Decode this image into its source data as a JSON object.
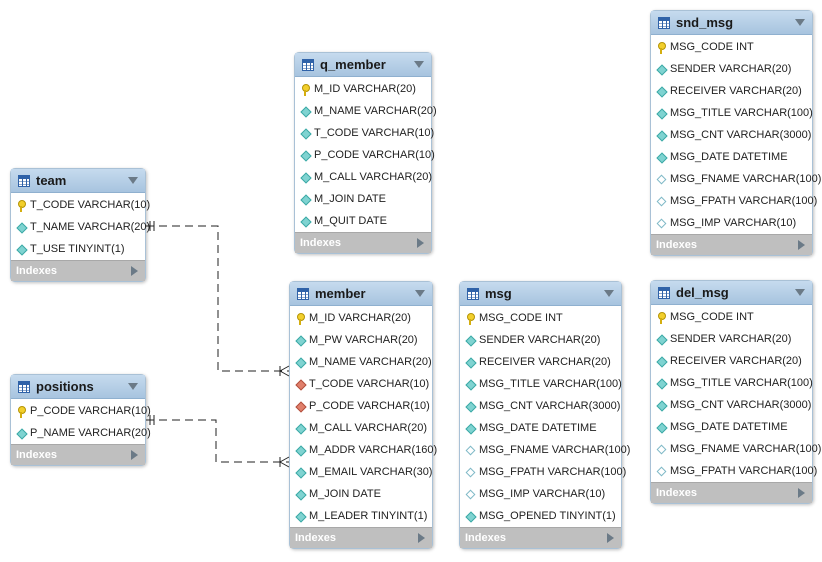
{
  "tables": [
    {
      "id": "team",
      "name": "team",
      "footer": "Indexes",
      "fields": [
        {
          "icon": "key",
          "text": "T_CODE VARCHAR(10)"
        },
        {
          "icon": "diamond",
          "text": "T_NAME VARCHAR(20)"
        },
        {
          "icon": "diamond",
          "text": "T_USE TINYINT(1)"
        }
      ]
    },
    {
      "id": "positions",
      "name": "positions",
      "footer": "Indexes",
      "fields": [
        {
          "icon": "key",
          "text": "P_CODE VARCHAR(10)"
        },
        {
          "icon": "diamond",
          "text": "P_NAME VARCHAR(20)"
        }
      ]
    },
    {
      "id": "q_member",
      "name": "q_member",
      "footer": "Indexes",
      "fields": [
        {
          "icon": "key",
          "text": "M_ID VARCHAR(20)"
        },
        {
          "icon": "diamond",
          "text": "M_NAME VARCHAR(20)"
        },
        {
          "icon": "diamond",
          "text": "T_CODE VARCHAR(10)"
        },
        {
          "icon": "diamond",
          "text": "P_CODE VARCHAR(10)"
        },
        {
          "icon": "diamond",
          "text": "M_CALL VARCHAR(20)"
        },
        {
          "icon": "diamond",
          "text": "M_JOIN DATE"
        },
        {
          "icon": "diamond",
          "text": "M_QUIT DATE"
        }
      ]
    },
    {
      "id": "member",
      "name": "member",
      "footer": "Indexes",
      "fields": [
        {
          "icon": "key",
          "text": "M_ID VARCHAR(20)"
        },
        {
          "icon": "diamond",
          "text": "M_PW VARCHAR(20)"
        },
        {
          "icon": "diamond",
          "text": "M_NAME VARCHAR(20)"
        },
        {
          "icon": "fk",
          "text": "T_CODE VARCHAR(10)"
        },
        {
          "icon": "fk",
          "text": "P_CODE VARCHAR(10)"
        },
        {
          "icon": "diamond",
          "text": "M_CALL VARCHAR(20)"
        },
        {
          "icon": "diamond",
          "text": "M_ADDR VARCHAR(160)"
        },
        {
          "icon": "diamond",
          "text": "M_EMAIL VARCHAR(30)"
        },
        {
          "icon": "diamond",
          "text": "M_JOIN DATE"
        },
        {
          "icon": "diamond",
          "text": "M_LEADER TINYINT(1)"
        }
      ]
    },
    {
      "id": "msg",
      "name": "msg",
      "footer": "Indexes",
      "fields": [
        {
          "icon": "key",
          "text": "MSG_CODE INT"
        },
        {
          "icon": "diamond",
          "text": "SENDER VARCHAR(20)"
        },
        {
          "icon": "diamond",
          "text": "RECEIVER VARCHAR(20)"
        },
        {
          "icon": "diamond",
          "text": "MSG_TITLE VARCHAR(100)"
        },
        {
          "icon": "diamond",
          "text": "MSG_CNT VARCHAR(3000)"
        },
        {
          "icon": "diamond",
          "text": "MSG_DATE DATETIME"
        },
        {
          "icon": "hollow",
          "text": "MSG_FNAME VARCHAR(100)"
        },
        {
          "icon": "hollow",
          "text": "MSG_FPATH VARCHAR(100)"
        },
        {
          "icon": "hollow",
          "text": "MSG_IMP VARCHAR(10)"
        },
        {
          "icon": "diamond",
          "text": "MSG_OPENED TINYINT(1)"
        }
      ]
    },
    {
      "id": "snd_msg",
      "name": "snd_msg",
      "footer": "Indexes",
      "fields": [
        {
          "icon": "key",
          "text": "MSG_CODE INT"
        },
        {
          "icon": "diamond",
          "text": "SENDER VARCHAR(20)"
        },
        {
          "icon": "diamond",
          "text": "RECEIVER VARCHAR(20)"
        },
        {
          "icon": "diamond",
          "text": "MSG_TITLE VARCHAR(100)"
        },
        {
          "icon": "diamond",
          "text": "MSG_CNT VARCHAR(3000)"
        },
        {
          "icon": "diamond",
          "text": "MSG_DATE DATETIME"
        },
        {
          "icon": "hollow",
          "text": "MSG_FNAME VARCHAR(100)"
        },
        {
          "icon": "hollow",
          "text": "MSG_FPATH VARCHAR(100)"
        },
        {
          "icon": "hollow",
          "text": "MSG_IMP VARCHAR(10)"
        }
      ]
    },
    {
      "id": "del_msg",
      "name": "del_msg",
      "footer": "Indexes",
      "fields": [
        {
          "icon": "key",
          "text": "MSG_CODE INT"
        },
        {
          "icon": "diamond",
          "text": "SENDER VARCHAR(20)"
        },
        {
          "icon": "diamond",
          "text": "RECEIVER VARCHAR(20)"
        },
        {
          "icon": "diamond",
          "text": "MSG_TITLE VARCHAR(100)"
        },
        {
          "icon": "diamond",
          "text": "MSG_CNT VARCHAR(3000)"
        },
        {
          "icon": "diamond",
          "text": "MSG_DATE DATETIME"
        },
        {
          "icon": "hollow",
          "text": "MSG_FNAME VARCHAR(100)"
        },
        {
          "icon": "hollow",
          "text": "MSG_FPATH VARCHAR(100)"
        }
      ]
    }
  ],
  "relationships": [
    {
      "from": "team",
      "to": "member",
      "from_cardinality": "one-and-only-one",
      "to_cardinality": "one-or-many"
    },
    {
      "from": "positions",
      "to": "member",
      "from_cardinality": "one-and-only-one",
      "to_cardinality": "one-or-many"
    }
  ],
  "colors": {
    "header": "#b7d0e8",
    "footer": "#bfbfbf",
    "connector": "#222222"
  }
}
